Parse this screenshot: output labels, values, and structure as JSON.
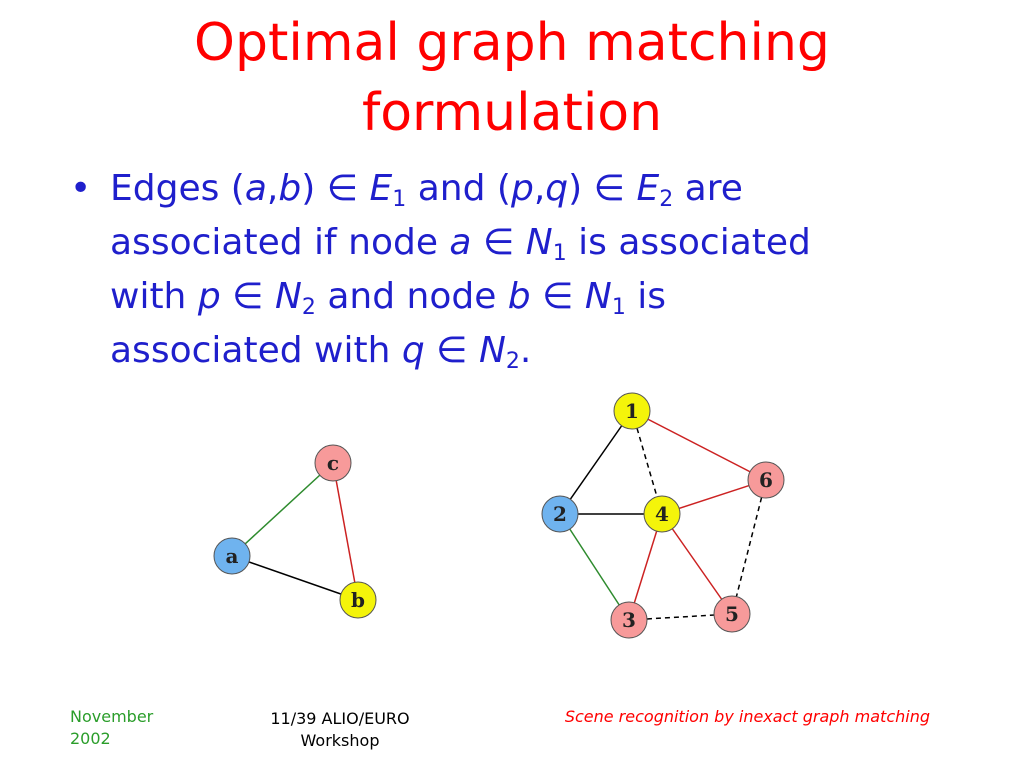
{
  "slide": {
    "title_line1": "Optimal graph matching",
    "title_line2": "formulation",
    "bullet": {
      "line1": {
        "t1": "Edges (",
        "a": "a",
        "comma1": ",",
        "b": "b",
        "t2": ") ",
        "elem1": "∈",
        "sp1": " ",
        "E1": "E",
        "sub1": "1",
        "t3": " and (",
        "p": "p",
        "comma2": ",",
        "q": "q",
        "t4": ") ",
        "elem2": "∈",
        "sp2": " ",
        "E2": "E",
        "sub2": "2",
        "t5": " are"
      },
      "line2": {
        "t1": "associated if node ",
        "a": "a",
        "sp": " ",
        "elem": "∈",
        "sp2": " ",
        "N": "N",
        "sub": "1",
        "t2": " is associated"
      },
      "line3": {
        "t1": "with ",
        "p": "p",
        "sp": " ",
        "elem1": "∈",
        "sp2": " ",
        "N2": "N",
        "sub2": "2",
        "t2": " and node ",
        "b": "b",
        "sp3": " ",
        "elem2": "∈",
        "sp4": " ",
        "N1": "N",
        "sub1": "1",
        "t3": " is"
      },
      "line4": {
        "t1": "associated with ",
        "q": "q",
        "sp": " ",
        "elem": "∈",
        "sp2": " ",
        "N": "N",
        "sub": "2",
        "t2": "."
      }
    },
    "bullet_symbol": "•"
  },
  "graph1": {
    "nodes": [
      {
        "id": "c",
        "label": "c",
        "color": "#f79a9a"
      },
      {
        "id": "a",
        "label": "a",
        "color": "#6fb3ef"
      },
      {
        "id": "b",
        "label": "b",
        "color": "#f4f40a"
      }
    ],
    "edges": [
      {
        "from": "a",
        "to": "c",
        "color": "#2e8b2e",
        "style": "solid"
      },
      {
        "from": "c",
        "to": "b",
        "color": "#cc2222",
        "style": "solid"
      },
      {
        "from": "a",
        "to": "b",
        "color": "#000000",
        "style": "solid"
      }
    ]
  },
  "graph2": {
    "nodes": [
      {
        "id": "1",
        "label": "1",
        "color": "#f4f40a"
      },
      {
        "id": "2",
        "label": "2",
        "color": "#6fb3ef"
      },
      {
        "id": "3",
        "label": "3",
        "color": "#f79a9a"
      },
      {
        "id": "4",
        "label": "4",
        "color": "#f4f40a"
      },
      {
        "id": "5",
        "label": "5",
        "color": "#f79a9a"
      },
      {
        "id": "6",
        "label": "6",
        "color": "#f79a9a"
      }
    ],
    "edges": [
      {
        "from": "1",
        "to": "2",
        "color": "#000000",
        "style": "solid"
      },
      {
        "from": "1",
        "to": "6",
        "color": "#cc2222",
        "style": "solid"
      },
      {
        "from": "1",
        "to": "4",
        "color": "#000000",
        "style": "dashed"
      },
      {
        "from": "2",
        "to": "4",
        "color": "#000000",
        "style": "solid"
      },
      {
        "from": "2",
        "to": "3",
        "color": "#2e8b2e",
        "style": "solid"
      },
      {
        "from": "4",
        "to": "6",
        "color": "#cc2222",
        "style": "solid"
      },
      {
        "from": "4",
        "to": "3",
        "color": "#cc2222",
        "style": "solid"
      },
      {
        "from": "4",
        "to": "5",
        "color": "#cc2222",
        "style": "solid"
      },
      {
        "from": "3",
        "to": "5",
        "color": "#000000",
        "style": "dashed"
      },
      {
        "from": "6",
        "to": "5",
        "color": "#000000",
        "style": "dashed"
      }
    ]
  },
  "footer": {
    "date": "November 2002",
    "page_venue": "11/39 ALIO/EURO Workshop",
    "talk_title": "Scene recognition by inexact graph matching"
  }
}
